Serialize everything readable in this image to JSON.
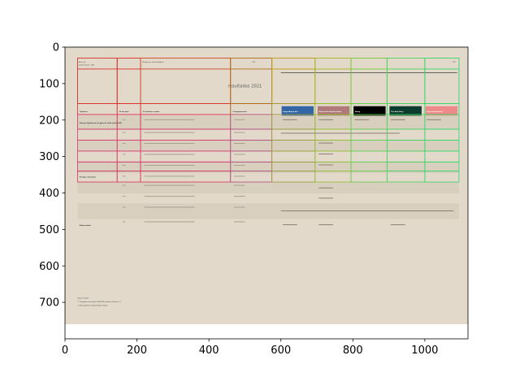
{
  "chart_data": {
    "type": "image",
    "title": "",
    "xlabel": "",
    "ylabel": "",
    "xlim": [
      0,
      1120
    ],
    "ylim": [
      800,
      0
    ],
    "x_ticks": [
      0,
      200,
      400,
      600,
      800,
      1000
    ],
    "y_ticks": [
      0,
      100,
      200,
      300,
      400,
      500,
      600,
      700
    ],
    "image_extent": {
      "width": 1120,
      "height": 760
    },
    "document_colors": {
      "background": "#e2d9cb",
      "row_shade": "#d8cfbf"
    },
    "document_text": {
      "header_title": "resultados 2021",
      "header_left_1": "Nome do",
      "header_left_2": "relatório anual - 2021",
      "header_mid": "Relatório de sustentabilidade",
      "header_right": "139",
      "header_far_right": "139",
      "col_objetivos": "Objetivos",
      "col_num_meta": "Nº da meta",
      "col_metricas": "31 métricas e metas",
      "col_cronograma": "Cronograma-alvo",
      "col_brand_1": "Grupo Natura &Co",
      "col_brand_2": "Natura &Co América Latina",
      "col_brand_3": "Aesop",
      "col_brand_4": "The Body Shop",
      "col_brand_5": "Avon Internacional",
      "row_group_1": "Emissões líquidas zero de gases de efeito estufa (GEE)",
      "row_group_2": "Proteger a Amazônia",
      "row_group_3": "Biodiversidade",
      "footnotes_1": "Notas de rodapé:",
      "footnotes_2": "1 - Resultados do inventário de GEE 2020 conforme o Escopo 1 e 2.",
      "footnotes_3": "2 - Aprovação Science Based Targets initiative."
    },
    "annotation_boxes": [
      {
        "label": "header-left",
        "color": "#d9302a",
        "x": [
          35,
          145
        ],
        "y": [
          30,
          155
        ]
      },
      {
        "label": "header-num",
        "color": "#d9302a",
        "x": [
          145,
          210
        ],
        "y": [
          30,
          155
        ]
      },
      {
        "label": "header-metric",
        "color": "#c94a24",
        "x": [
          210,
          460
        ],
        "y": [
          30,
          155
        ]
      },
      {
        "label": "header-cron",
        "color": "#b06a10",
        "x": [
          460,
          575
        ],
        "y": [
          30,
          155
        ]
      },
      {
        "label": "header-grupo",
        "color": "#b99a12",
        "x": [
          575,
          695
        ],
        "y": [
          30,
          155
        ]
      },
      {
        "label": "header-america",
        "color": "#a6b81f",
        "x": [
          695,
          795
        ],
        "y": [
          30,
          155
        ]
      },
      {
        "label": "header-aesop",
        "color": "#6fcd34",
        "x": [
          795,
          895
        ],
        "y": [
          30,
          155
        ]
      },
      {
        "label": "header-tbs",
        "color": "#4dd55a",
        "x": [
          895,
          1000
        ],
        "y": [
          30,
          155
        ]
      },
      {
        "label": "header-avon",
        "color": "#33d86a",
        "x": [
          1000,
          1095
        ],
        "y": [
          30,
          155
        ]
      }
    ]
  }
}
